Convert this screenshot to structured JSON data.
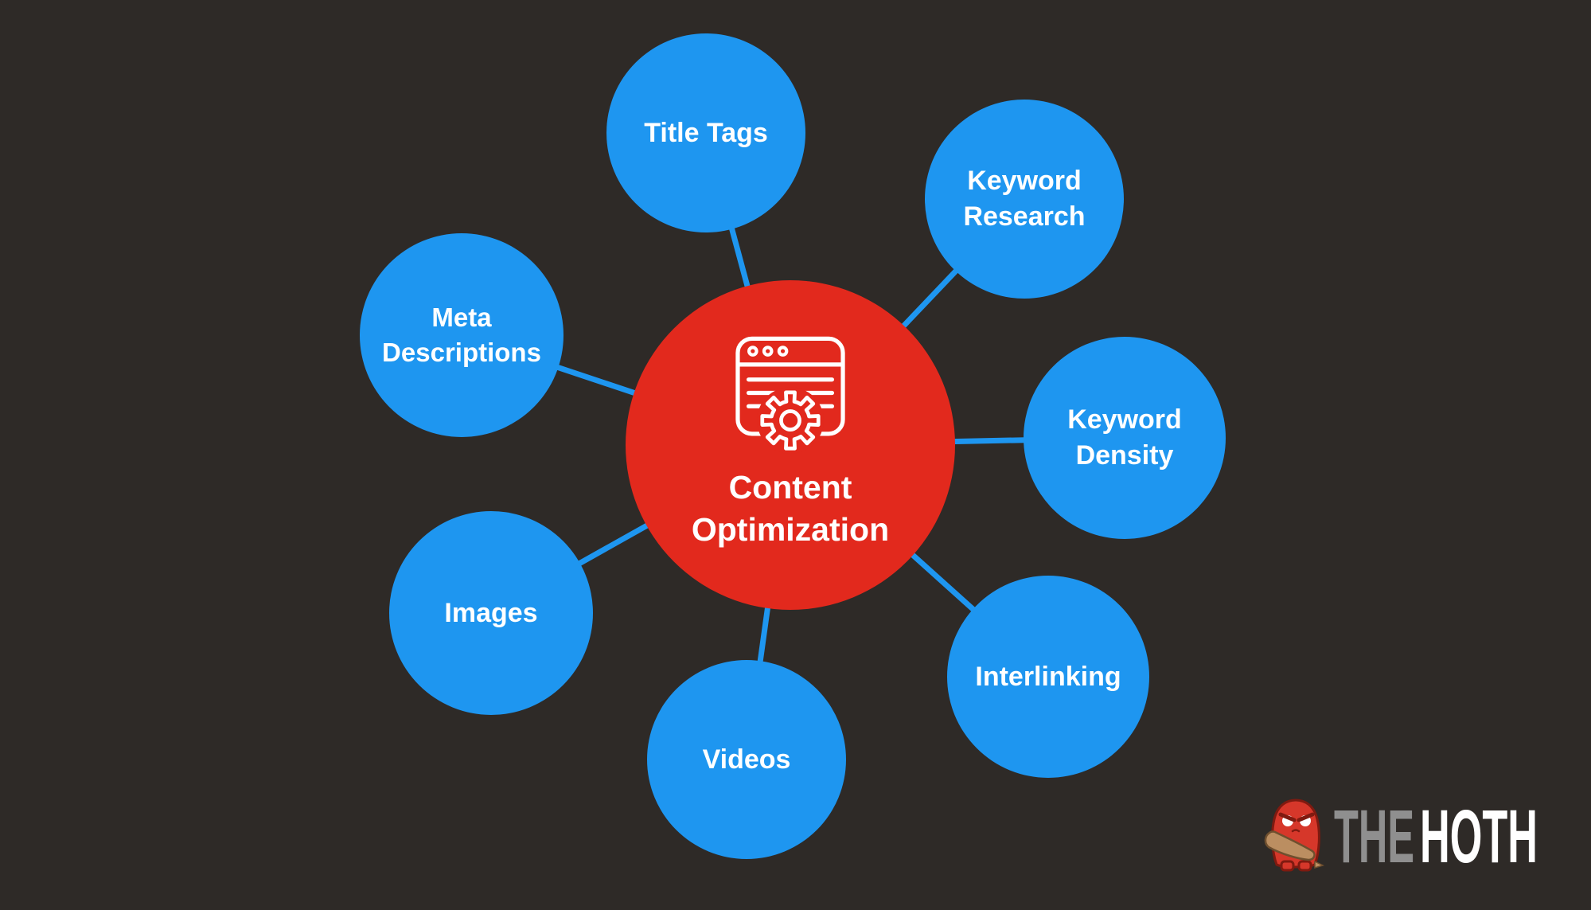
{
  "background_color": "#2e2a27",
  "center": {
    "label": "Content Optimization",
    "color": "#e2291d",
    "icon": "browser-window-gear-icon"
  },
  "node_color": "#1e96f0",
  "connector_color": "#1e96f0",
  "nodes": [
    {
      "label": "Title Tags"
    },
    {
      "label": "Keyword Research"
    },
    {
      "label": "Meta Descriptions"
    },
    {
      "label": "Keyword Density"
    },
    {
      "label": "Images"
    },
    {
      "label": "Interlinking"
    },
    {
      "label": "Videos"
    }
  ],
  "logo": {
    "the": "THE",
    "hoth": "HOTH",
    "the_color": "#8f8f8f",
    "hoth_color": "#ffffff",
    "mascot": "hoth-red-monster-with-club"
  }
}
